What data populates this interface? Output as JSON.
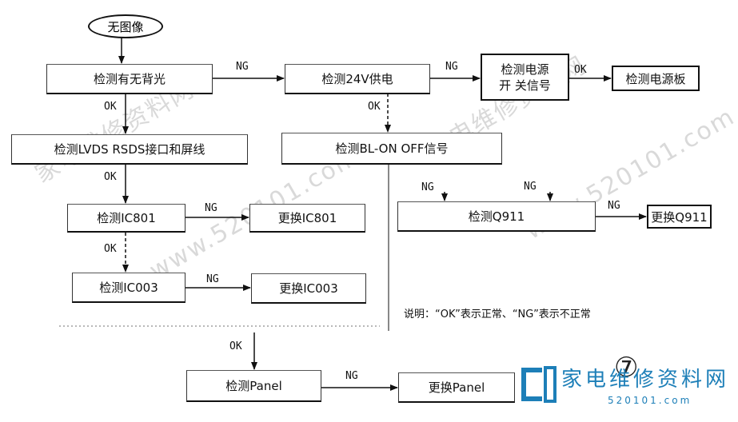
{
  "nodes": {
    "start": "无图像",
    "check_backlight": "检测有无背光",
    "check_24v": "检测24V供电",
    "check_power_line1": "检测电源",
    "check_power_line2": "开 关信号",
    "check_power_board": "检测电源板",
    "check_lvds": "检测LVDS RSDS接口和屏线",
    "check_bl_on": "检测BL-ON OFF信号",
    "check_ic801": "检测IC801",
    "replace_ic801": "更换IC801",
    "check_q911": "检测Q911",
    "replace_q911": "更换Q911",
    "check_ic003": "检测IC003",
    "replace_ic003": "更换IC003",
    "check_panel": "检测Panel",
    "replace_panel": "更换Panel"
  },
  "edge_labels": {
    "ng_1": "NG",
    "ng_2": "NG",
    "ok_1": "OK",
    "ok_2": "OK",
    "ok_3": "OK",
    "ng_3": "NG",
    "ng_4": "NG",
    "ng_5": "NG",
    "ng_6": "NG",
    "ok_4": "OK",
    "ng_7": "NG",
    "ok_5": "OK",
    "ng_8": "NG"
  },
  "note": "说明：“OK”表示正常、“NG”表示不正常",
  "figure_number": "⑦",
  "logo": {
    "text": "家电维修资料网",
    "url": "520101.com"
  },
  "watermarks": [
    "家电维修资料网",
    "www.520101.com",
    "家电维修资料网",
    "www.520101.com"
  ],
  "colors": {
    "line": "#111111",
    "logo": "#1d7fb8",
    "watermark": "#d9d9d9"
  }
}
